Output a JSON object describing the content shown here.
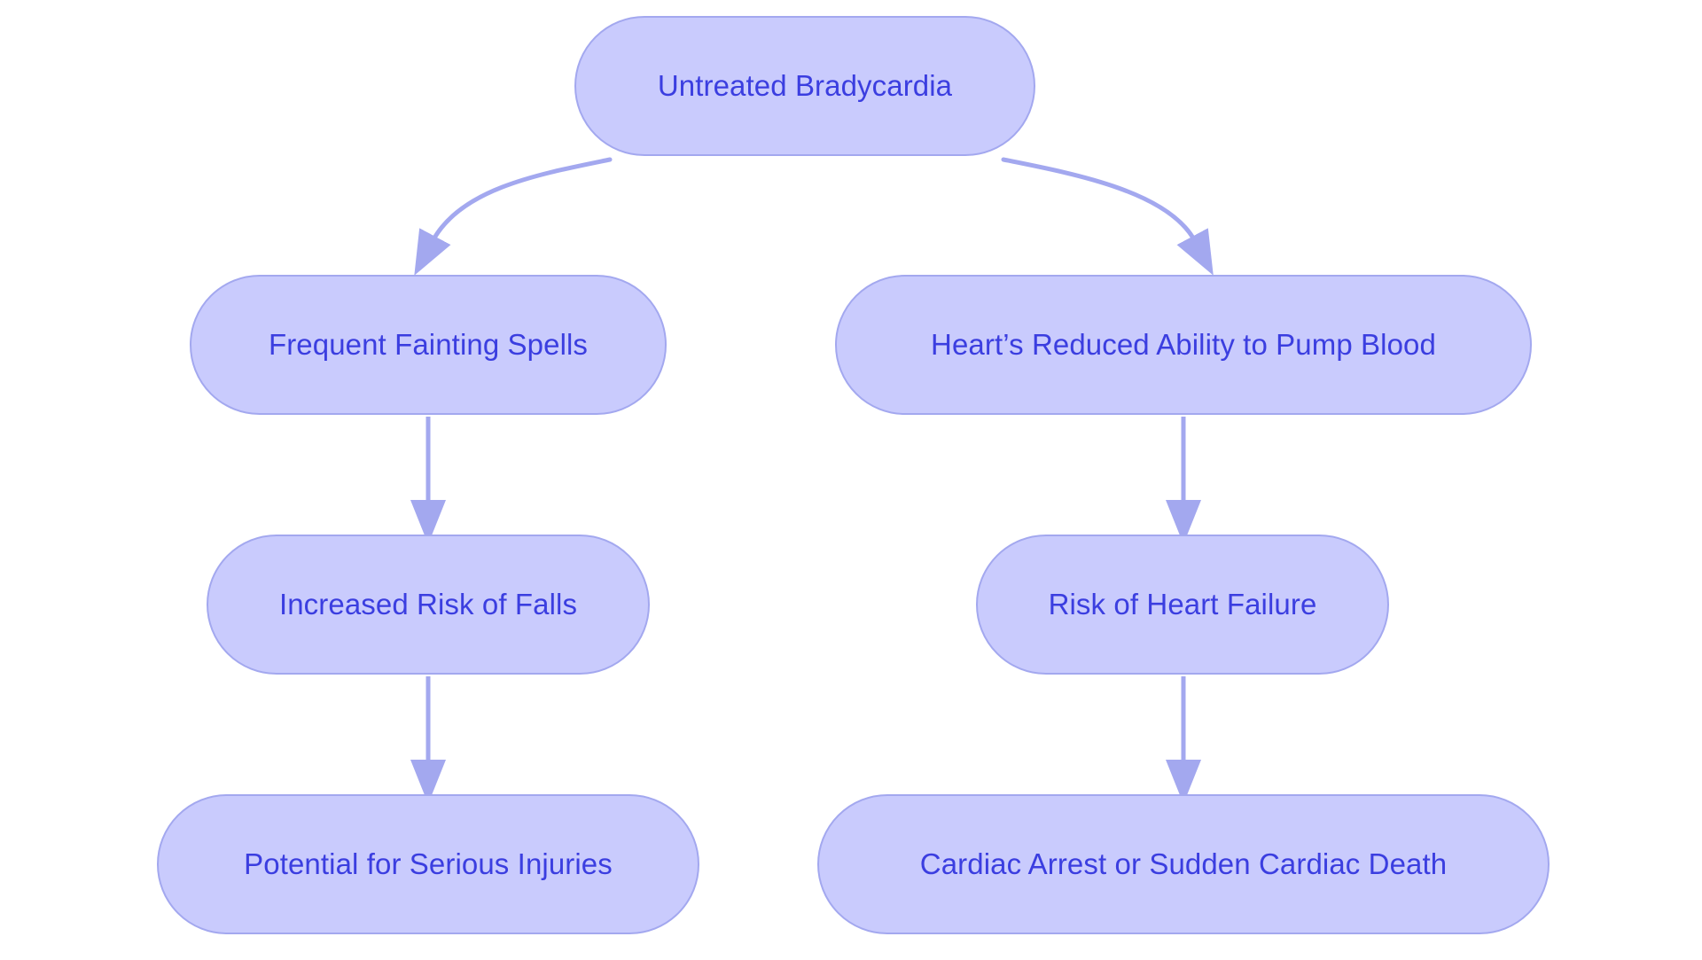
{
  "diagram": {
    "title": "Untreated Bradycardia consequences flowchart",
    "type": "flowchart",
    "orientation": "top-down",
    "background_color": "#ffffff",
    "node_fill_color": "#c9cbfd",
    "node_border_color": "#a3a8ef",
    "node_text_color": "#3b3ee0",
    "edge_color": "#a3a8ef",
    "node_shape": "stadium"
  },
  "nodes": {
    "root": {
      "id": "root",
      "label": "Untreated Bradycardia"
    },
    "fainting": {
      "id": "fainting",
      "label": "Frequent Fainting Spells"
    },
    "pumpblood": {
      "id": "pumpblood",
      "label": "Heart’s Reduced Ability to Pump Blood"
    },
    "falls": {
      "id": "falls",
      "label": "Increased Risk of Falls"
    },
    "heartfailure": {
      "id": "heartfailure",
      "label": "Risk of Heart Failure"
    },
    "injuries": {
      "id": "injuries",
      "label": "Potential for Serious Injuries"
    },
    "cardiacarrest": {
      "id": "cardiacarrest",
      "label": "Cardiac Arrest or Sudden Cardiac Death"
    }
  },
  "edges": [
    {
      "from": "root",
      "to": "fainting",
      "style": "curved",
      "arrow": "triangle"
    },
    {
      "from": "root",
      "to": "pumpblood",
      "style": "curved",
      "arrow": "triangle"
    },
    {
      "from": "fainting",
      "to": "falls",
      "style": "straight",
      "arrow": "triangle"
    },
    {
      "from": "falls",
      "to": "injuries",
      "style": "straight",
      "arrow": "triangle"
    },
    {
      "from": "pumpblood",
      "to": "heartfailure",
      "style": "straight",
      "arrow": "triangle"
    },
    {
      "from": "heartfailure",
      "to": "cardiacarrest",
      "style": "straight",
      "arrow": "triangle"
    }
  ]
}
